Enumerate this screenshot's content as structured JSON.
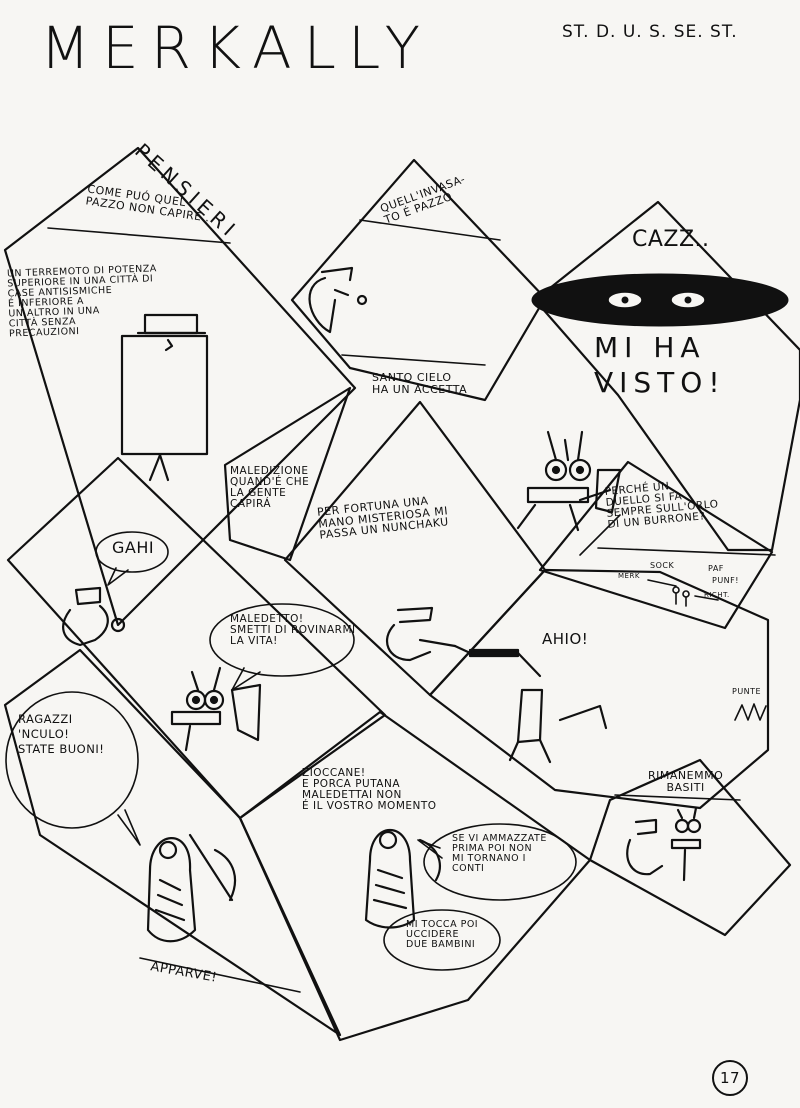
{
  "title": "MERKALLY",
  "header_tag": "ST. D. U. S. SE. ST.",
  "page_number": "17",
  "panels": {
    "p1": {
      "caption": "PENSIERI",
      "bubble": "COME PUÓ QUEL\nPAZZO NON CAPIRE..",
      "box": "UN TERREMOTO DI POTENZA\nSUPERIORE IN UNA CITTÀ DI\nCASE ANTISISMICHE\nÉ INFERIORE A\nUN ALTRO IN UNA\nCITTÀ SENZA\nPRECAUZIONI"
    },
    "p2": {
      "top": "QUELL'INVASA-\nTO É PAZZO",
      "bottom": "SANTO CIELO\nHA UN ACCETTA"
    },
    "p3": {
      "top": "CAZZ..",
      "bottom": "MI HA\nVISTO!"
    },
    "p4": {
      "box": "MALEDIZIONE\nQUAND'É CHE\nLA GENTE\nCAPIRÁ"
    },
    "p5": {
      "box": "PER FORTUNA UNA\nMANO MISTERIOSA MI\nPASSA UN NUNCHAKU"
    },
    "p6": {
      "box": "PERCHÉ UN\nDUELLO SI FA\nSEMPRE SULL'ORLO\nDI UN BURRONE?",
      "sfx_1": "SOCK",
      "sfx_2": "PAF",
      "sfx_3": "PUNF!",
      "label_left": "MERK",
      "label_right": "RICHT.",
      "label_spikes": "PUNTE"
    },
    "p7": {
      "bubble_gah": "GAHI",
      "bubble_rant": "MALEDETTO!\nSMETTI DI ROVINARMI\nLA VITA!"
    },
    "p8": {
      "sfx": "AHIO!"
    },
    "p9": {
      "bubble": "RAGAZZI\n'NCULO!\nSTATE BUONI!",
      "caption": "APPARVE!"
    },
    "p10": {
      "box": "ZIOCCANE!\nE PORCA PUTANA\nMALEDETTAI NON\nÉ IL VOSTRO MOMENTO",
      "bubble_1": "SE VI AMMAZZATE\nPRIMA POI NON\nMI TORNANO I\nCONTI",
      "bubble_2": "MI TOCCA POI\nUCCIDERE\nDUE BAMBINI"
    },
    "p11": {
      "box": "RIMANEMMO\nBASITI"
    }
  }
}
